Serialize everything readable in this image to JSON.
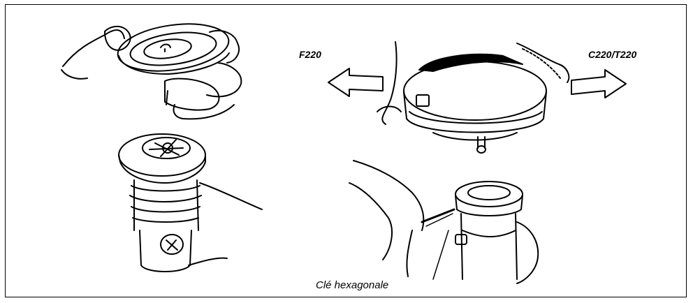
{
  "labels": {
    "left_arrow": "F220",
    "right_arrow": "C220/T220",
    "callout": "Clé hexagonale"
  },
  "icons": {
    "left_arrow": "hollow-arrow-left-icon",
    "right_arrow": "hollow-arrow-right-icon"
  },
  "colors": {
    "line": "#000000",
    "background": "#ffffff"
  }
}
